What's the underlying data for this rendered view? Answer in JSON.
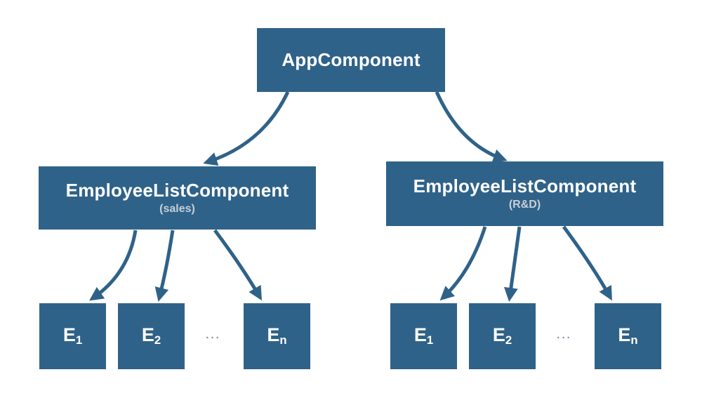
{
  "diagram": {
    "root": {
      "label": "AppComponent"
    },
    "groups": [
      {
        "label": "EmployeeListComponent",
        "sublabel": "(sales)",
        "ellipsis": "...",
        "leaves": [
          {
            "base": "E",
            "sub": "1"
          },
          {
            "base": "E",
            "sub": "2"
          },
          {
            "base": "E",
            "sub": "n"
          }
        ]
      },
      {
        "label": "EmployeeListComponent",
        "sublabel": "(R&D)",
        "ellipsis": "...",
        "leaves": [
          {
            "base": "E",
            "sub": "1"
          },
          {
            "base": "E",
            "sub": "2"
          },
          {
            "base": "E",
            "sub": "n"
          }
        ]
      }
    ],
    "colors": {
      "background": "#ffffff",
      "node_fill": "#2f6289",
      "node_text": "#ffffff",
      "sublabel_text": "#c7cfd6",
      "arrow": "#2f6289",
      "ellipsis": "#7a90a5"
    }
  }
}
